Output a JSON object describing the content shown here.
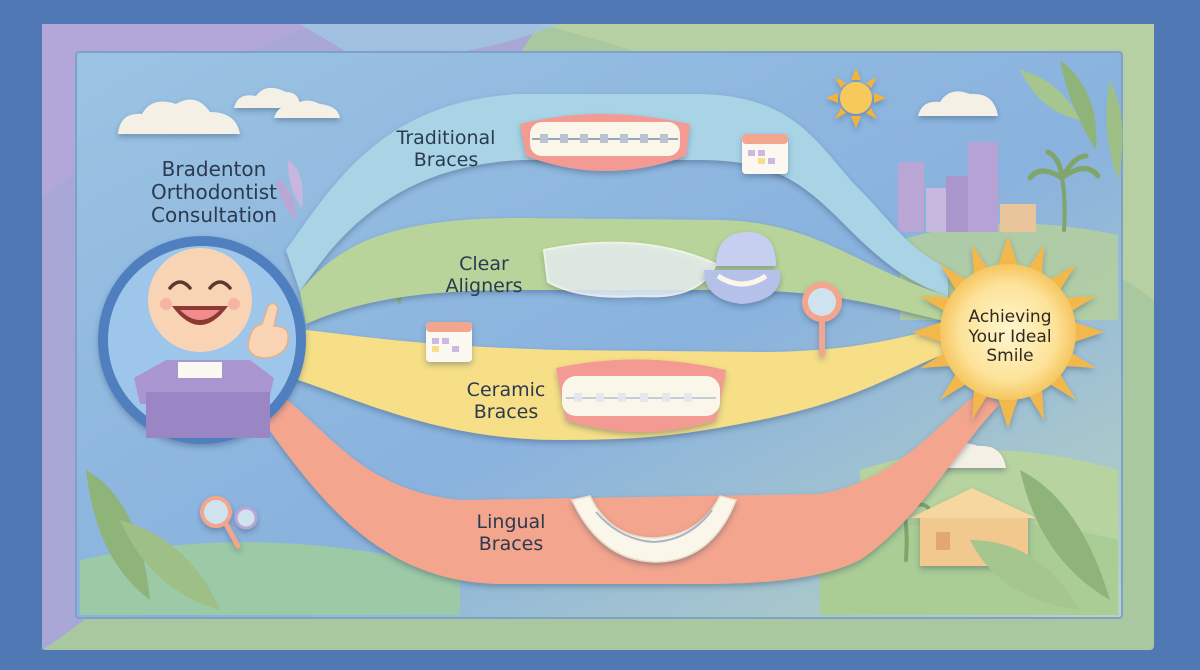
{
  "start": {
    "lines": [
      "Bradenton",
      "Orthodontist",
      "Consultation"
    ]
  },
  "paths": [
    {
      "id": "traditional",
      "lines": [
        "Traditional",
        "Braces"
      ],
      "color": "#a9d4e6"
    },
    {
      "id": "clear",
      "lines": [
        "Clear",
        "Aligners"
      ],
      "color": "#b9d49a"
    },
    {
      "id": "ceramic",
      "lines": [
        "Ceramic",
        "Braces"
      ],
      "color": "#f6df86"
    },
    {
      "id": "lingual",
      "lines": [
        "Lingual",
        "Braces"
      ],
      "color": "#f3a58e"
    }
  ],
  "end": {
    "lines": [
      "Achieving",
      "Your Ideal",
      "Smile"
    ],
    "color": "#fde39a"
  },
  "icons": [
    "smiling-face-icon",
    "pointing-hand-icon",
    "desk-icon",
    "cloud-icon",
    "sun-icon",
    "palm-tree-icon",
    "fern-leaf-icon",
    "calendar-icon",
    "aligner-case-icon",
    "hand-mirror-icon",
    "magnifier-icon",
    "city-skyline-icon",
    "house-icon",
    "teeth-braces-icon"
  ]
}
